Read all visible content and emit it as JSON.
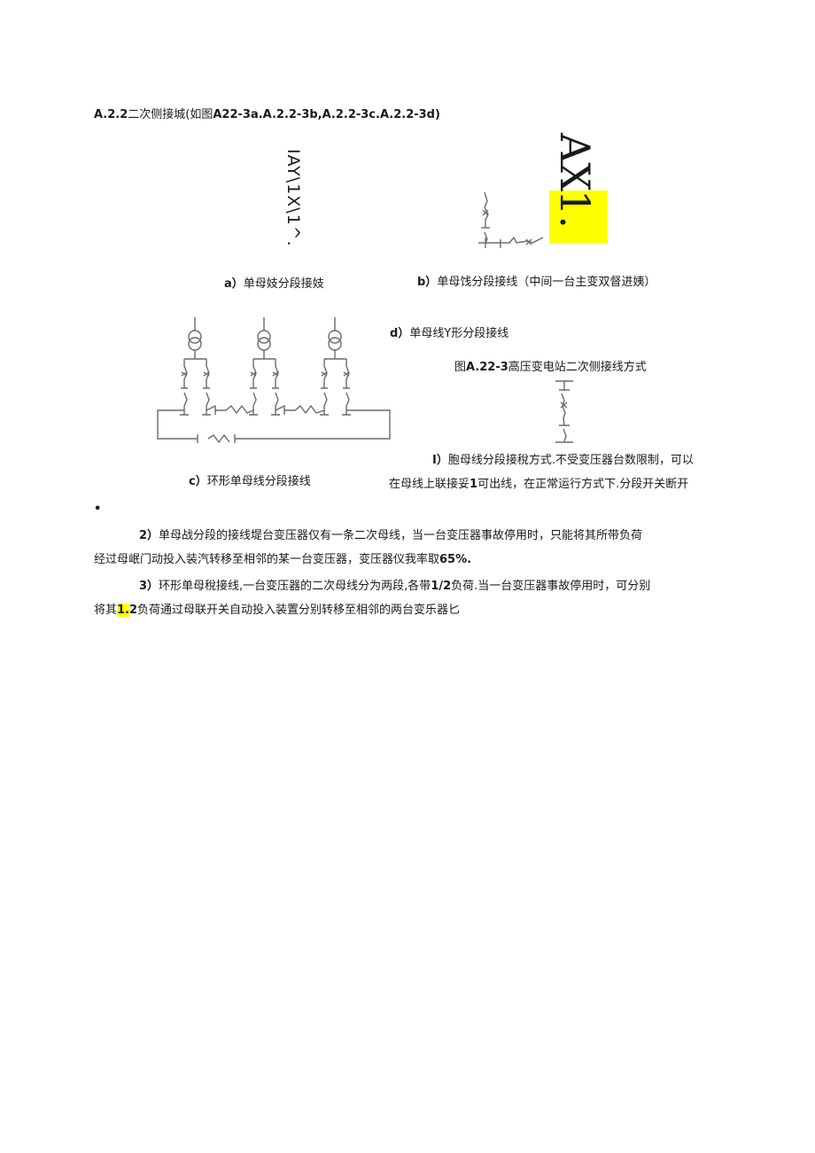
{
  "section": {
    "heading_prefix": "A.2.2",
    "heading_text": "二次侧接城(如图",
    "heading_refs": "A22-3a.A.2.2-3b,A.2.2-3c.A.2.2-3d)"
  },
  "figures": {
    "a": {
      "rotated_text": "IAY\\1X\\1^.",
      "caption_label": "a）",
      "caption_text": "单母妓分段接妓"
    },
    "b": {
      "rotated_text_1": "AX",
      "rotated_text_2": "1.",
      "highlight_color": "#ffff00",
      "caption_label": "b）",
      "caption_text": "单母饯分段接线（中间一台主变双督进姨）"
    },
    "c": {
      "caption_label": "c）",
      "caption_text": "环形单母线分段接线",
      "transformer_count": 3
    },
    "d": {
      "caption_label": "d）",
      "caption_text": "单母线Y形分段接线"
    },
    "figure_title_prefix": "图",
    "figure_title_ref": "A.22-3",
    "figure_title_text": "高压变电站二次侧接线方式"
  },
  "paragraphs": {
    "p1": {
      "label": "I）",
      "line1": "胞母线分段接稅方式.不受变压器台数限制，可以",
      "line2_a": "在母线上联接妥",
      "line2_num": "1",
      "line2_b": "可出线，在正常运行方式下.分段开关断开",
      "bullet": "•"
    },
    "p2": {
      "label": "2）",
      "line1": "单母战分段的接线堤台变压器仅有一条二次母线，当一台变压器事故停用时，只能将其所带负荷",
      "line2_a": "经过母岷门动投入装汽转移至相邻的某一台变压器，变压器仪我率取",
      "line2_pct": "65%."
    },
    "p3": {
      "label": "3）",
      "line1_a": "环形单母稅接线,一台变压器的二次母线分为两段,各带",
      "line1_frac": "1/2",
      "line1_b": "负荷.当一台变压器事故停用时，可分别",
      "line2_a": "将其",
      "line2_hl": "1.",
      "line2_num": "2",
      "line2_b": "负荷通过母联开关自动投入装置分别转移至相邻的两台变乐器匕"
    }
  }
}
